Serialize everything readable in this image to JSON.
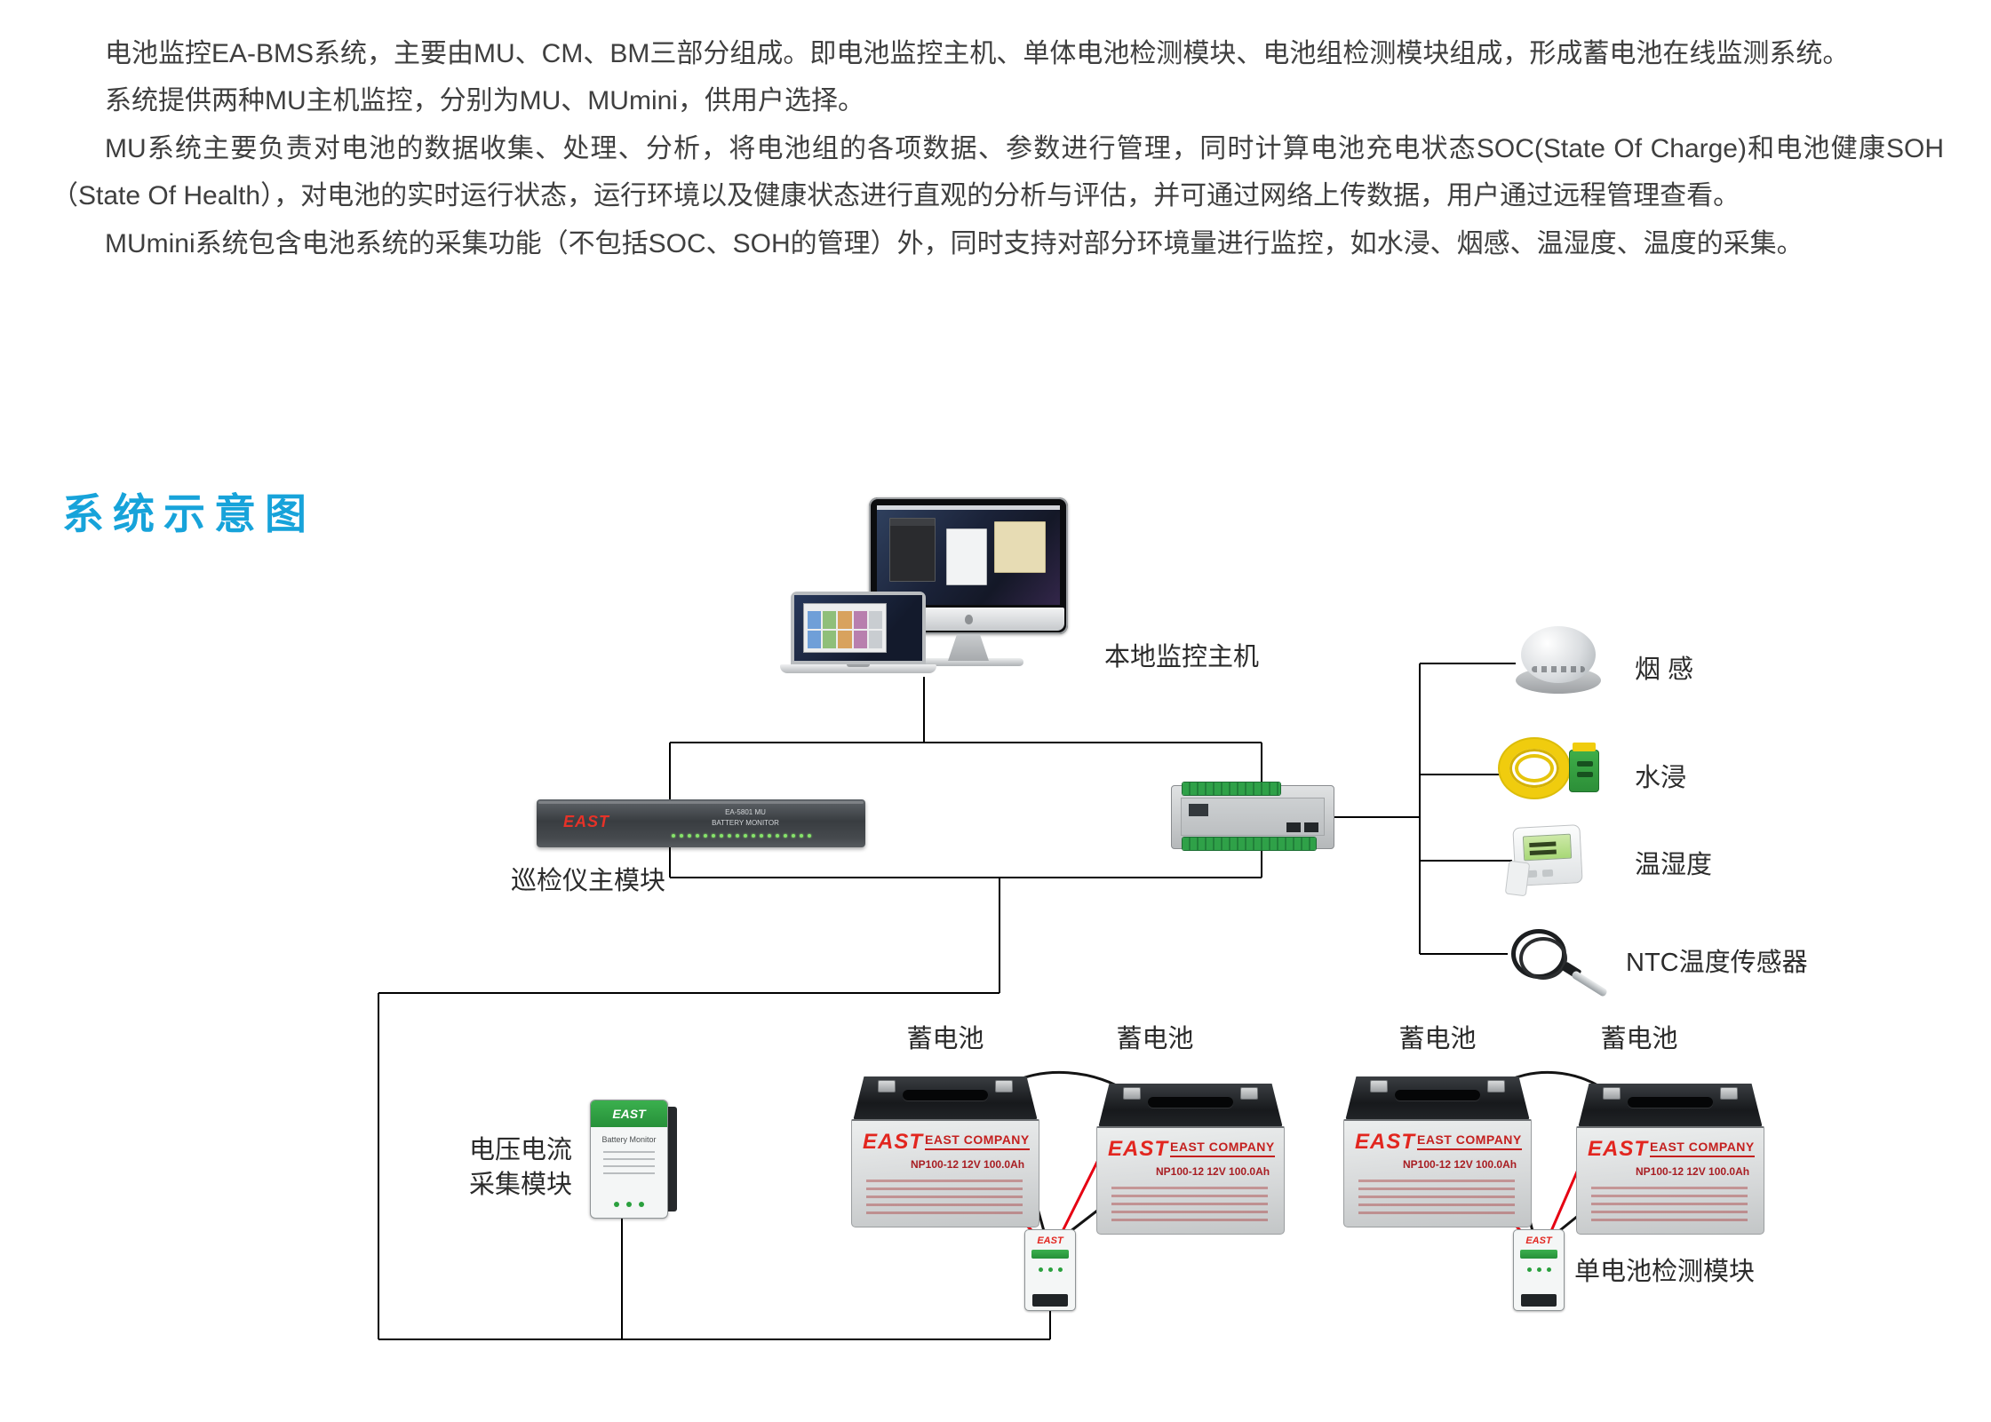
{
  "intro": {
    "p1": "电池监控EA-BMS系统，主要由MU、CM、BM三部分组成。即电池监控主机、单体电池检测模块、电池组检测模块组成，形成蓄电池在线监测系统。",
    "p2": "系统提供两种MU主机监控，分别为MU、MUmini，供用户选择。",
    "p3": "MU系统主要负责对电池的数据收集、处理、分析，将电池组的各项数据、参数进行管理，同时计算电池充电状态SOC(State Of Charge)和电池健康SOH（State Of Health），对电池的实时运行状态，运行环境以及健康状态进行直观的分析与评估，并可通过网络上传数据，用户通过远程管理查看。",
    "p4": "MUmini系统包含电池系统的采集功能（不包括SOC、SOH的管理）外，同时支持对部分环境量进行监控，如水浸、烟感、温湿度、温度的采集。"
  },
  "heading": {
    "title": "系统示意图",
    "color": "#17a3da"
  },
  "diagram": {
    "labels": {
      "host": "本地监控主机",
      "smoke": "烟 感",
      "water": "水浸",
      "temp_humidity": "温湿度",
      "ntc": "NTC温度传感器",
      "mu_module": "巡检仪主模块",
      "battery1": "蓄电池",
      "battery2": "蓄电池",
      "battery3": "蓄电池",
      "battery4": "蓄电池",
      "voltage_module_line1": "电压电流",
      "voltage_module_line2": "采集模块",
      "cm_module": "单电池检测模块"
    },
    "devices": {
      "rack": {
        "brand": "EAST",
        "model_line1": "EA-5801 MU",
        "model_line2": "BATTERY MONITOR"
      },
      "battery": {
        "brand": "EAST",
        "company": "EAST COMPANY",
        "model": "NP100-12 12V 100.0Ah"
      },
      "voltage_module": {
        "brand": "EAST",
        "name": "Battery Monitor"
      },
      "cm_module": {
        "brand": "EAST"
      }
    },
    "colors": {
      "wire": "#000000",
      "wire_positive": "#e60012",
      "module_green": "#2fa148"
    }
  }
}
